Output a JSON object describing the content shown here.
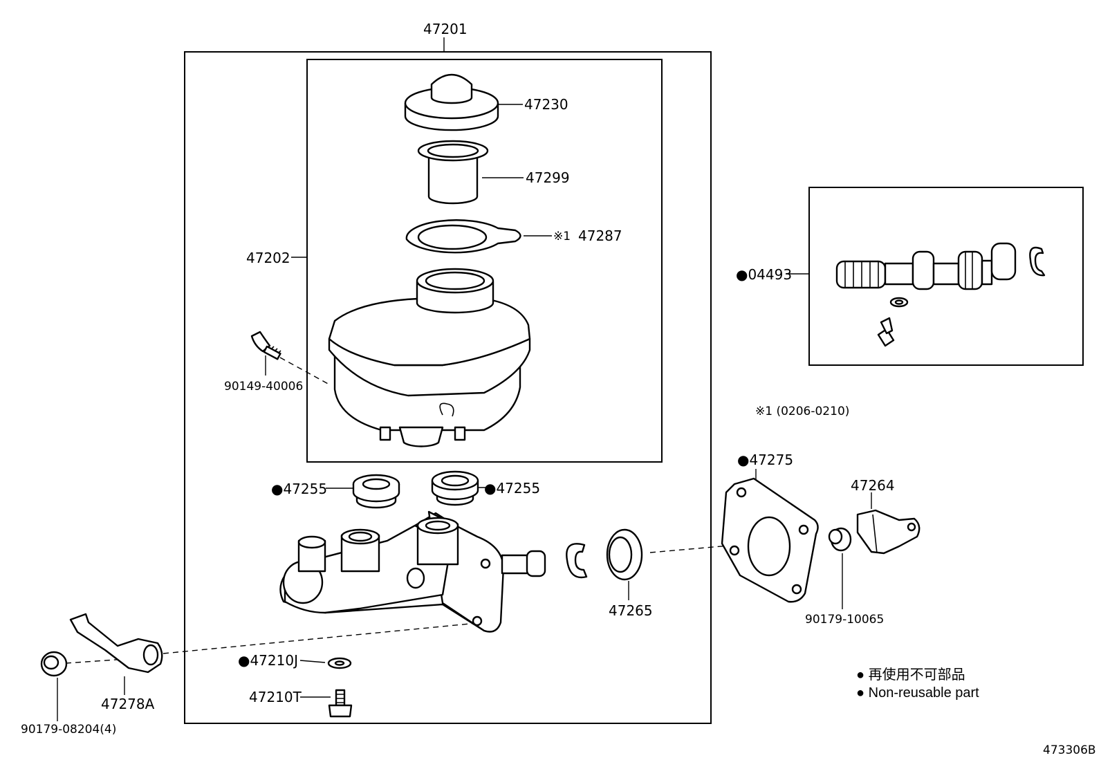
{
  "callouts": {
    "c47201": "47201",
    "c47230": "47230",
    "c47299": "47299",
    "c47287_mark": "※1",
    "c47287": "47287",
    "c47202": "47202",
    "c90149": "90149-40006",
    "c04493": "●04493",
    "c47255_left": "●47255",
    "c47255_right": "●47255",
    "c47275": "●47275",
    "c47264": "47264",
    "c47265": "47265",
    "c90179_10065": "90179-10065",
    "c47210J": "●47210J",
    "c47210T": "47210T",
    "c47278A": "47278A",
    "c90179_08204": "90179-08204(4)"
  },
  "note": "※1 (0206-0210)",
  "legend": {
    "japanese": "● 再使用不可部品",
    "english": "● Non-reusable part"
  },
  "figure_id": "473306B"
}
